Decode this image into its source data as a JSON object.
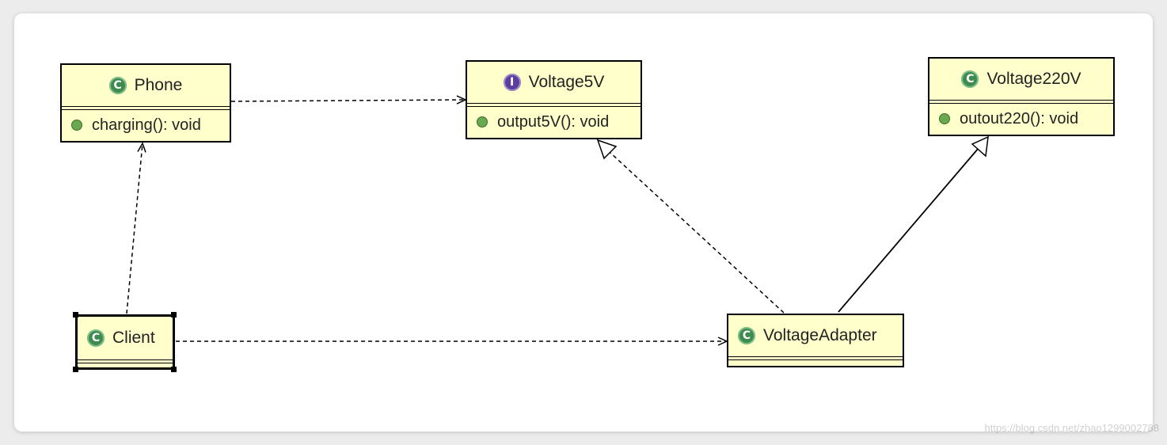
{
  "classes": {
    "phone": {
      "name": "Phone",
      "kind_icon": "class-icon",
      "method": "charging(): void"
    },
    "voltage5v": {
      "name": "Voltage5V",
      "kind_icon": "interface-icon",
      "method": "output5V(): void"
    },
    "voltage220v": {
      "name": "Voltage220V",
      "kind_icon": "class-icon",
      "method": "outout220(): void"
    },
    "client": {
      "name": "Client",
      "kind_icon": "class-icon"
    },
    "adapter": {
      "name": "VoltageAdapter",
      "kind_icon": "class-icon"
    }
  },
  "badges": {
    "class_letter": "C",
    "interface_letter": "I"
  },
  "relations": [
    {
      "from": "Phone",
      "to": "Voltage5V",
      "type": "dependency"
    },
    {
      "from": "Client",
      "to": "Phone",
      "type": "dependency"
    },
    {
      "from": "Client",
      "to": "VoltageAdapter",
      "type": "dependency"
    },
    {
      "from": "VoltageAdapter",
      "to": "Voltage5V",
      "type": "realization"
    },
    {
      "from": "VoltageAdapter",
      "to": "Voltage220V",
      "type": "generalization"
    }
  ],
  "colors": {
    "class_fill": "#ffffcc",
    "class_badge": "#3f8a4f",
    "interface_badge": "#5b3f9a",
    "method_dot": "#6aa84f"
  },
  "watermark": "https://blog.csdn.net/zhao1299002788"
}
